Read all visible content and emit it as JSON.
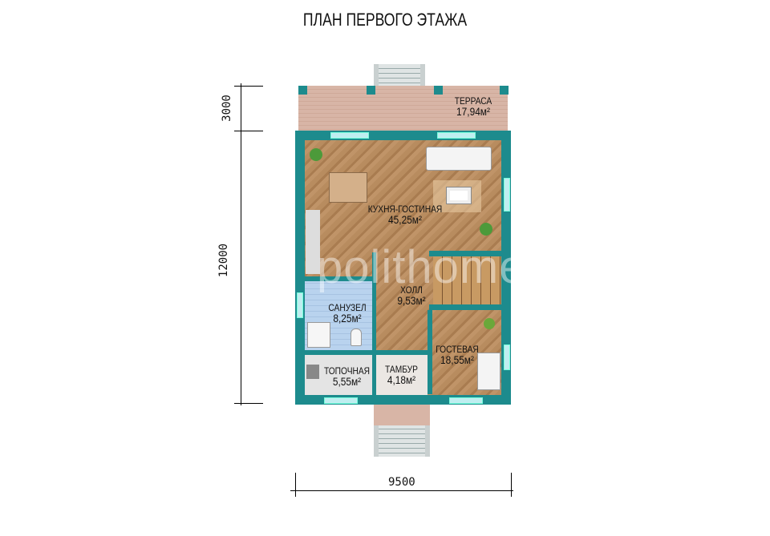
{
  "title": "ПЛАН ПЕРВОГО ЭТАЖА",
  "dimensions": {
    "terrace_depth": "3000",
    "house_depth": "12000",
    "width": "9500"
  },
  "rooms": [
    {
      "name": "ТЕРРАСА",
      "area": "17,94м²"
    },
    {
      "name": "КУХНЯ-ГОСТИНАЯ",
      "area": "45,25м²"
    },
    {
      "name": "ХОЛЛ",
      "area": "9,53м²"
    },
    {
      "name": "САНУЗЕЛ",
      "area": "8,25м²"
    },
    {
      "name": "ГОСТЕВАЯ",
      "area": "18,55м²"
    },
    {
      "name": "ТОПОЧНАЯ",
      "area": "5,55м²"
    },
    {
      "name": "ТАМБУР",
      "area": "4,18м²"
    }
  ],
  "watermark": "polithome",
  "colors": {
    "wall": "#1d8b8d",
    "terrace": "#d8b5a6",
    "bath": "#b9d3ee"
  }
}
